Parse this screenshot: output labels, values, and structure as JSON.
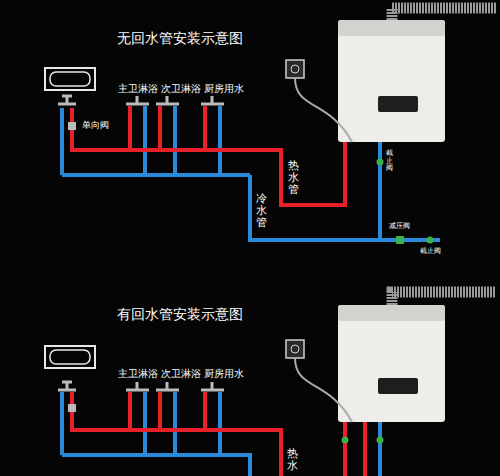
{
  "diagram": {
    "labels": [
      "无回水管安装示意图",
      "主卫淋浴",
      "次卫淋浴",
      "厨房用水",
      "单向阀",
      "热水管",
      "冷水管",
      "截止阀",
      "减压阀",
      "截止阀",
      "有回水管安装示意图",
      "主卫淋浴",
      "次卫淋浴",
      "厨房用水",
      "热水"
    ]
  }
}
